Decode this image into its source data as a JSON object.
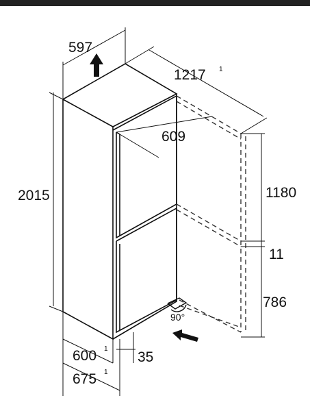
{
  "diagram": {
    "colors": {
      "line": "#111111",
      "dashed": "#333333",
      "bar": "#222222"
    },
    "icons": [
      "up-arrow-icon",
      "right-arrow-icon"
    ],
    "dimensions": {
      "width_top": "597",
      "depth_open": "1217",
      "depth_open_note": "1",
      "door_depth": "609",
      "height_total": "2015",
      "height_upper": "1180",
      "gap": "11",
      "height_lower": "786",
      "width_bottom": "600",
      "width_bottom_note": "1",
      "offset": "35",
      "width_outer": "675",
      "width_outer_note": "1",
      "angle": "90°"
    }
  }
}
